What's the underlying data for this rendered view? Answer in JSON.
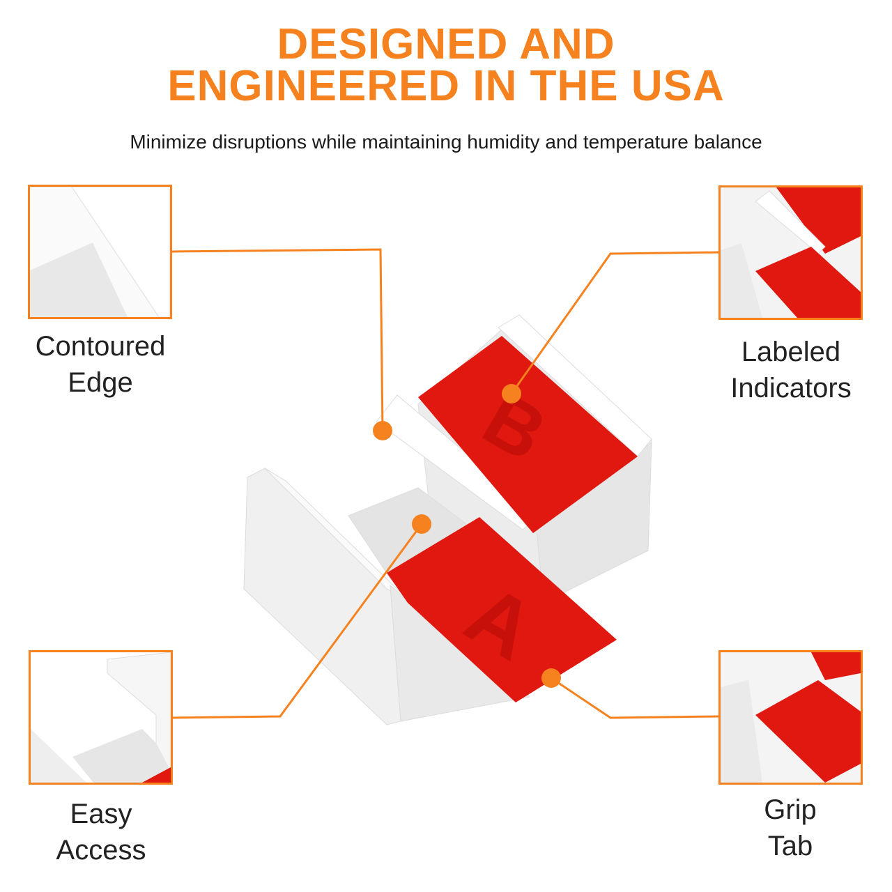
{
  "header": {
    "title_line1": "DESIGNED AND",
    "title_line2": "ENGINEERED IN THE USA",
    "subtitle": "Minimize disruptions while maintaining humidity and temperature balance"
  },
  "features": [
    {
      "line1": "Contoured",
      "line2": "Edge"
    },
    {
      "line1": "Labeled",
      "line2": "Indicators"
    },
    {
      "line1": "Easy",
      "line2": "Access"
    },
    {
      "line1": "Grip",
      "line2": "Tab"
    }
  ],
  "product": {
    "slide_a_letter": "A",
    "slide_b_letter": "B"
  },
  "colors": {
    "accent": "#F5821F",
    "slide": "#E0180F",
    "body": "#F2F2F2"
  }
}
